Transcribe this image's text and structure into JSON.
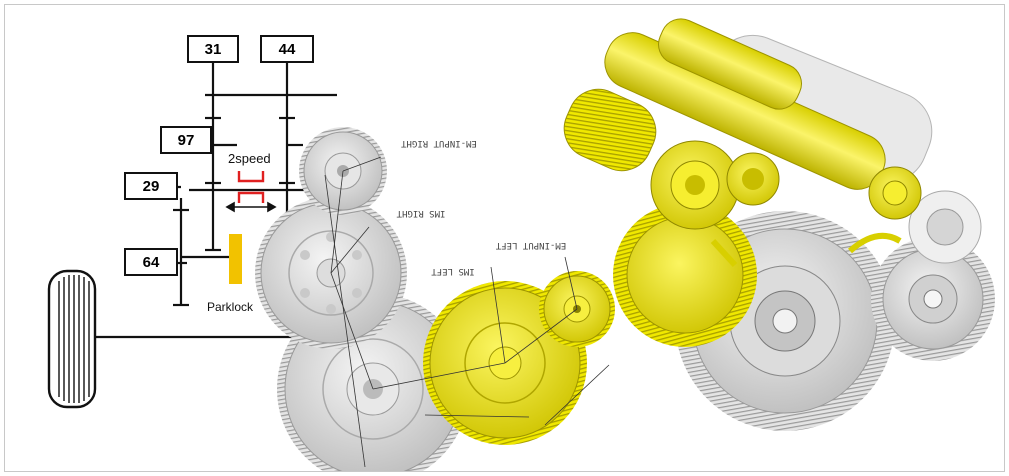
{
  "schematic": {
    "gear_boxes": [
      "31",
      "44",
      "97",
      "29",
      "64"
    ],
    "speed_label": "2speed",
    "parklock_label": "Parklock"
  },
  "cad_labels": {
    "em_input_right": "EM-INPUT RIGHT",
    "ims_right": "IMS RIGHT",
    "em_input_left": "EM-INPUT LEFT",
    "ims_left": "IMS LEFT"
  },
  "colors": {
    "accent_yellow": "#f0e800",
    "shift_red": "#e02020",
    "parklock_yellow": "#f2c200",
    "gear_gray": "#d9d9d9",
    "line": "#111111"
  }
}
